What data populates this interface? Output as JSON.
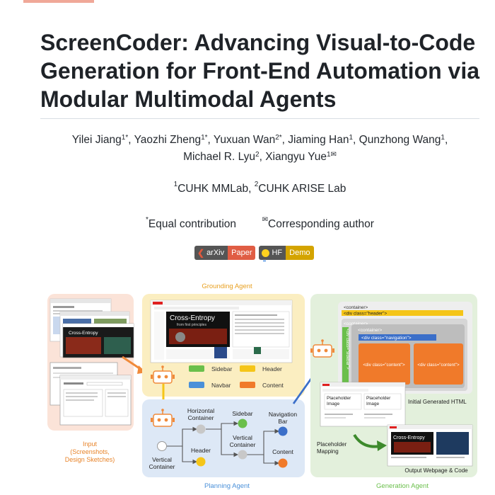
{
  "title": "ScreenCoder: Advancing Visual-to-Code Generation for Front-End Automation via Modular Multimodal Agents",
  "authors": [
    {
      "name": "Yilei Jiang",
      "sup": "1*"
    },
    {
      "name": "Yaozhi Zheng",
      "sup": "1*"
    },
    {
      "name": "Yuxuan Wan",
      "sup": "2*"
    },
    {
      "name": "Jiaming Han",
      "sup": "1"
    },
    {
      "name": "Qunzhong Wang",
      "sup": "1"
    },
    {
      "name": "Michael R. Lyu",
      "sup": "2"
    },
    {
      "name": "Xiangyu Yue",
      "sup": "1✉"
    }
  ],
  "affiliations": [
    {
      "sup": "1",
      "name": "CUHK MMLab"
    },
    {
      "sup": "2",
      "name": "CUHK ARISE Lab"
    }
  ],
  "notes": [
    {
      "sup": "*",
      "text": "Equal contribution"
    },
    {
      "sup": "✉",
      "text": "Corresponding author"
    }
  ],
  "badges": [
    {
      "left": "arXiv",
      "right": "Paper",
      "icon": "arxiv-icon"
    },
    {
      "left": "HF",
      "right": "Demo",
      "icon": "huggingface-icon"
    }
  ],
  "figure": {
    "grounding_title": "Grounding Agent",
    "planning_title": "Planning Agent",
    "generation_title": "Generation Agent",
    "input_label": [
      "Input",
      "(Screenshots,",
      "Design Sketches)"
    ],
    "legend": [
      "Sidebar",
      "Header",
      "Navbar",
      "Content"
    ],
    "planning_nodes": {
      "horizontal": [
        "Horizontal",
        "Container"
      ],
      "sidebar": "Sidebar",
      "navigation": [
        "Navigation",
        "Bar"
      ],
      "vertical_mid": [
        "Vertical",
        "Container"
      ],
      "header": "Header",
      "content": "Content",
      "vertical_root": [
        "Vertical",
        "Container"
      ]
    },
    "code": {
      "container": "<container>",
      "div_header": "<div class=\"header\">",
      "inner_container": "<container>",
      "sidebar_label": "<div class=\"sidebar\">",
      "nav_container": "<container>",
      "navigation": "<div class=\"navigation\">",
      "content1": "<div class=\"content\">",
      "content2": "<div class=\"content\">"
    },
    "placeholder_image": [
      "Placeholder",
      "Image"
    ],
    "initial_html": "Initial Generated HTML",
    "placeholder_mapping": [
      "Placeholder",
      "Mapping"
    ],
    "output_label": "Output Webpage & Code",
    "thumb_title": "Cross-Entropy",
    "thumb_subtitle": "from first principles"
  },
  "colors": {
    "input_bg": "#fbe3d8",
    "grounding_bg": "#fbeec1",
    "planning_bg": "#dde8f6",
    "generation_bg": "#e3f0dc",
    "title_orange": "#e8a020",
    "sidebar_green": "#6abf4b",
    "header_yellow": "#f5c518",
    "navbar_blue": "#4a90d9",
    "content_orange": "#f07a2a"
  }
}
